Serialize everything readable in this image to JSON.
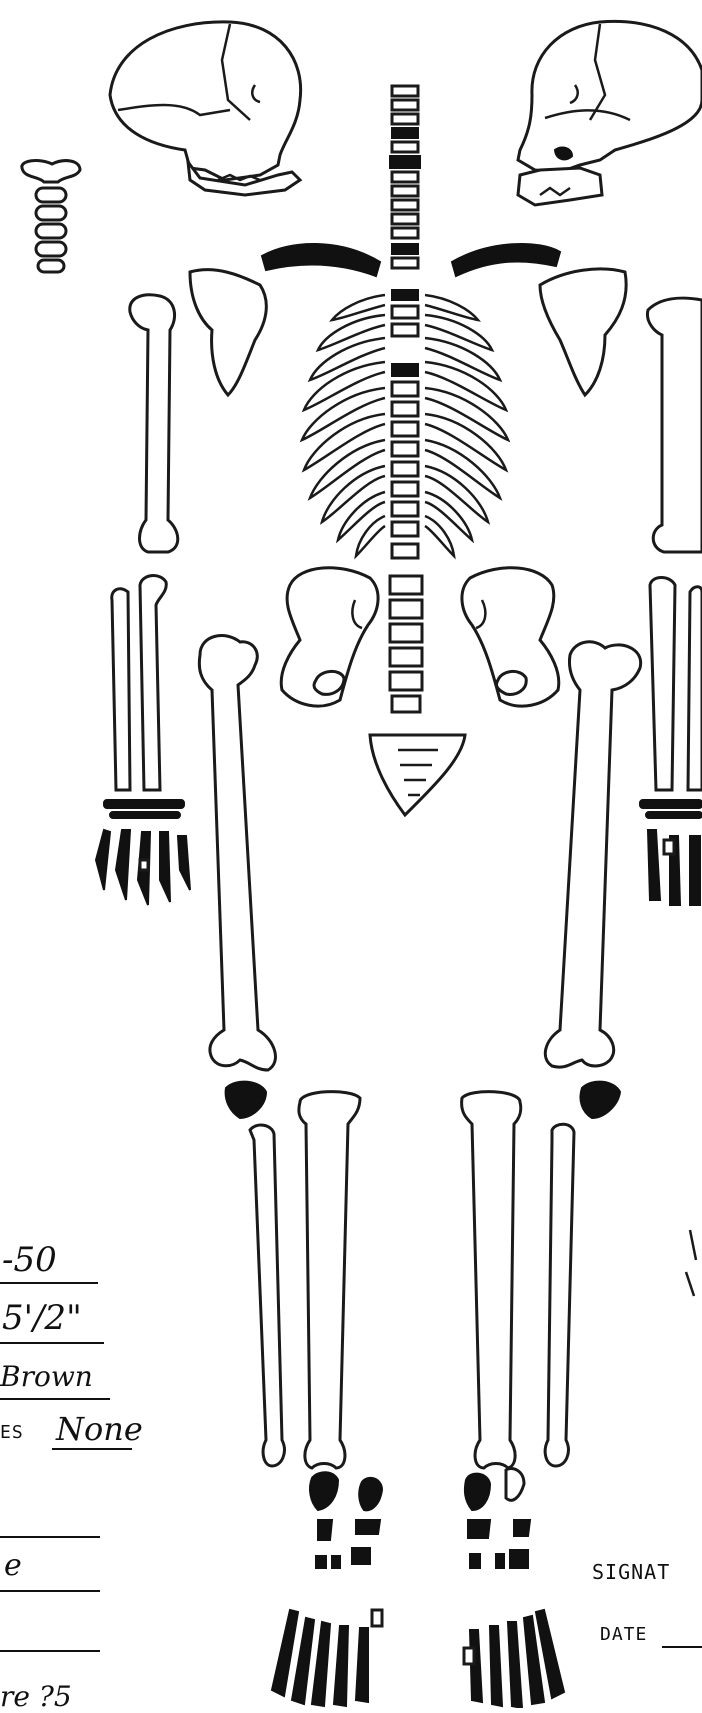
{
  "form": {
    "entries": [
      {
        "value": "-50"
      },
      {
        "value": "5'/2\""
      },
      {
        "value": "Brown"
      },
      {
        "label": "ES",
        "value": "None"
      },
      {
        "value": ""
      },
      {
        "value": "e"
      },
      {
        "value": ""
      },
      {
        "value": "re ?5"
      }
    ],
    "signature_label": "SIGNAT",
    "date_label": "DATE"
  },
  "colors": {
    "ink": "#111111",
    "paper": "#ffffff"
  }
}
